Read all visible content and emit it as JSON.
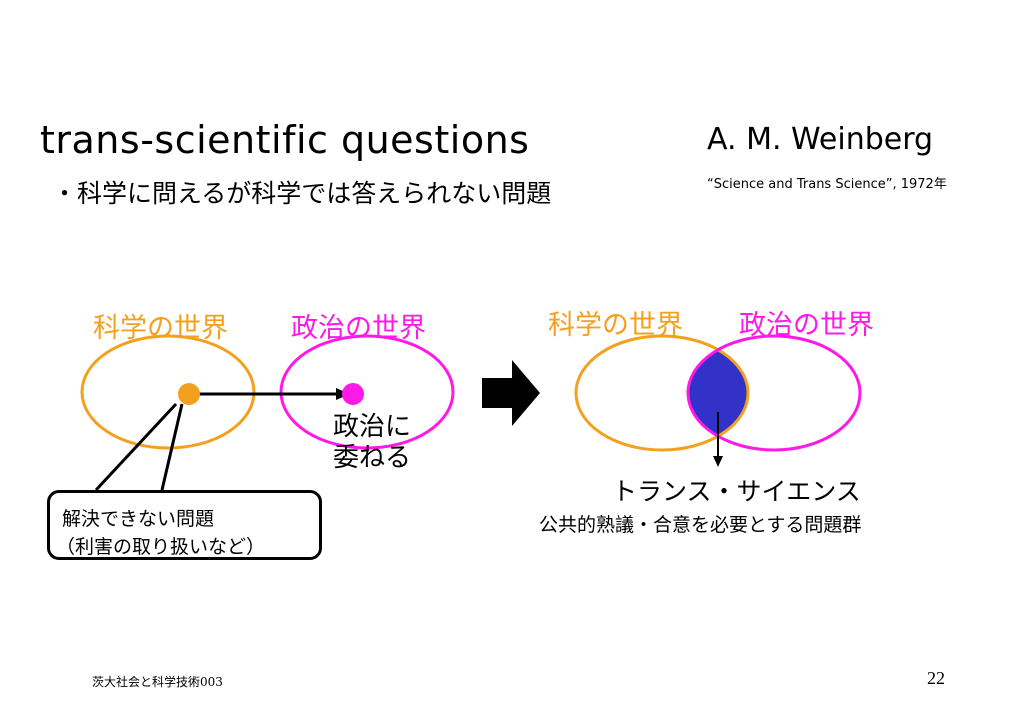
{
  "slide": {
    "title": "trans-scientific  questions",
    "subtitle": "・科学に問えるが科学では答えられない問題",
    "author": "A. M. Weinberg",
    "citation": "“Science and Trans Science”, 1972年",
    "footer": "茨大社会と科学技術003",
    "page_number": "22"
  },
  "left_diagram": {
    "science_world_label": "科学の世界",
    "politics_world_label": "政治の世界",
    "delegate_line1": "政治に",
    "delegate_line2": "委ねる",
    "unsolved_line1": "解決できない問題",
    "unsolved_line2": "（利害の取り扱いなど）"
  },
  "right_diagram": {
    "science_world_label": "科学の世界",
    "politics_world_label": "政治の世界",
    "trans_science_label": "トランス・サイエンス",
    "trans_science_desc": "公共的熟議・合意を必要とする問題群"
  },
  "colors": {
    "science": "#f4a01f",
    "politics": "#ff19e6",
    "overlap": "#3232c8",
    "text": "#000000"
  }
}
